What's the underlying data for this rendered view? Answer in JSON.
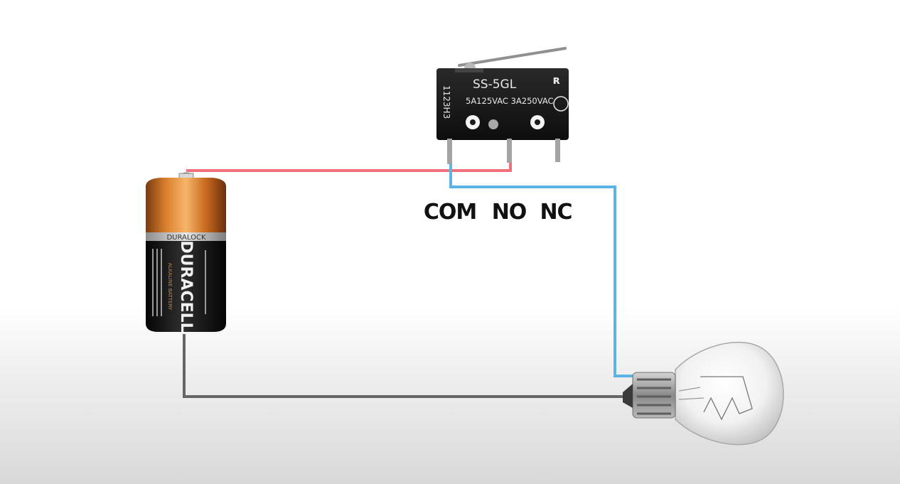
{
  "switch": {
    "model": "SS-5GL",
    "rating": "5A125VAC 3A250VAC",
    "code": "1123H3",
    "pins": [
      "COM",
      "NO",
      "NC"
    ]
  },
  "battery": {
    "brand": "DURACELL",
    "band_text": "DURALOCK",
    "subtitle": "ALKALINE BATTERY"
  },
  "wire_colors": {
    "positive": "#f0707a",
    "switch_to_lamp": "#5ab4e6",
    "negative": "#666666"
  }
}
